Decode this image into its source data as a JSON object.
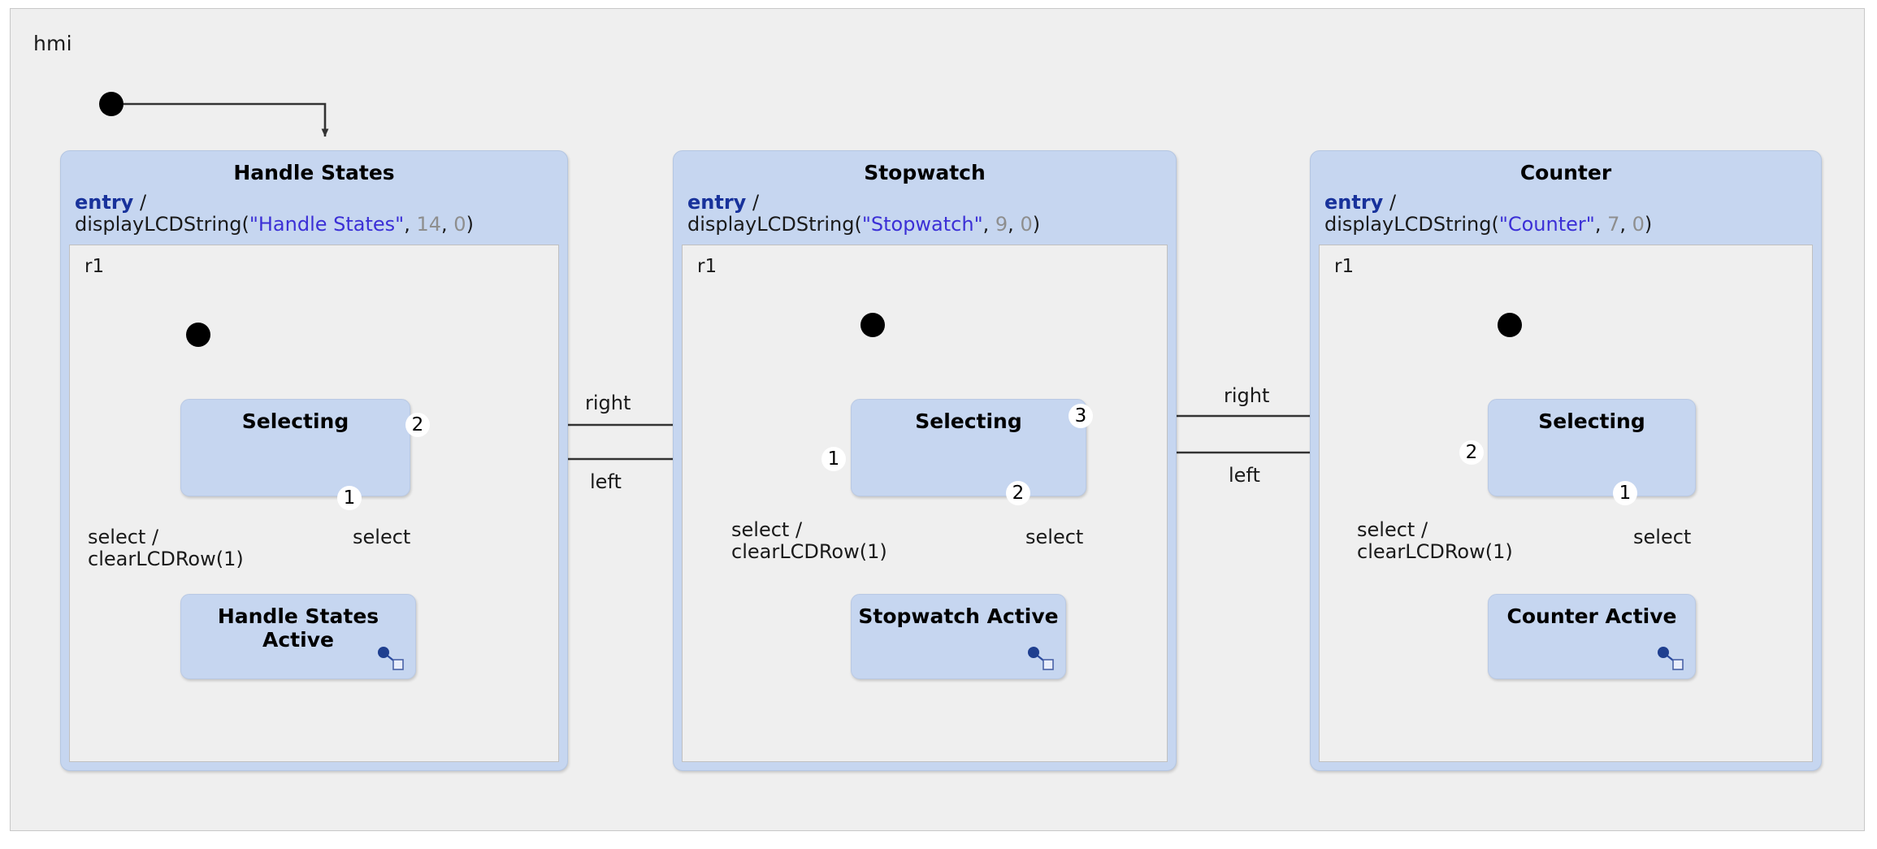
{
  "diagram": {
    "root_label": "hmi",
    "type": "statechart",
    "colors": {
      "state_fill": "#c6d6f0",
      "state_border": "#b9c9e4",
      "region_fill": "#efefef",
      "canvas_fill": "#efefef",
      "keyword": "#18329b",
      "string_literal": "#3b2fd6",
      "number_literal": "#8e8e8e",
      "connector": "#333333",
      "submachine_icon": "#1f3f8f"
    }
  },
  "composites": [
    {
      "id": "handle-states",
      "title": "Handle States",
      "entry_keyword": "entry",
      "entry_slash": "/",
      "entry_call_prefix": "displayLCDString(",
      "entry_string": "\"Handle States\"",
      "entry_comma1": ", ",
      "entry_num1": "14",
      "entry_comma2": ", ",
      "entry_num2": "0",
      "entry_call_suffix": ")",
      "region_label": "r1",
      "selecting_state": "Selecting",
      "active_state": "Handle States Active",
      "select_guard_label_line1": "select /",
      "select_guard_label_line2": "clearLCDRow(1)",
      "select_label": "select",
      "badge_select_down": "1",
      "badge_side": "2",
      "submachine_icon": "submachine-reference-icon"
    },
    {
      "id": "stopwatch",
      "title": "Stopwatch",
      "entry_keyword": "entry",
      "entry_slash": "/",
      "entry_call_prefix": "displayLCDString(",
      "entry_string": "\"Stopwatch\"",
      "entry_comma1": ", ",
      "entry_num1": "9",
      "entry_comma2": ", ",
      "entry_num2": "0",
      "entry_call_suffix": ")",
      "region_label": "r1",
      "selecting_state": "Selecting",
      "active_state": "Stopwatch Active",
      "select_guard_label_line1": "select /",
      "select_guard_label_line2": "clearLCDRow(1)",
      "select_label": "select",
      "badge_select_down": "2",
      "badge_left_in": "1",
      "badge_right_out": "3",
      "submachine_icon": "submachine-reference-icon"
    },
    {
      "id": "counter",
      "title": "Counter",
      "entry_keyword": "entry",
      "entry_slash": "/",
      "entry_call_prefix": "displayLCDString(",
      "entry_string": "\"Counter\"",
      "entry_comma1": ", ",
      "entry_num1": "7",
      "entry_comma2": ", ",
      "entry_num2": "0",
      "entry_call_suffix": ")",
      "region_label": "r1",
      "selecting_state": "Selecting",
      "active_state": "Counter Active",
      "select_guard_label_line1": "select /",
      "select_guard_label_line2": "clearLCDRow(1)",
      "select_label": "select",
      "badge_select_down": "1",
      "badge_left_out": "2",
      "submachine_icon": "submachine-reference-icon"
    }
  ],
  "inter_transitions": [
    {
      "id": "hs-to-sw",
      "label": "right",
      "from": "handle-states",
      "to": "stopwatch",
      "direction": "right"
    },
    {
      "id": "sw-to-hs",
      "label": "left",
      "from": "stopwatch",
      "to": "handle-states",
      "direction": "left"
    },
    {
      "id": "sw-to-ct",
      "label": "right",
      "from": "stopwatch",
      "to": "counter",
      "direction": "right"
    },
    {
      "id": "ct-to-sw",
      "label": "left",
      "from": "counter",
      "to": "stopwatch",
      "direction": "left"
    }
  ]
}
